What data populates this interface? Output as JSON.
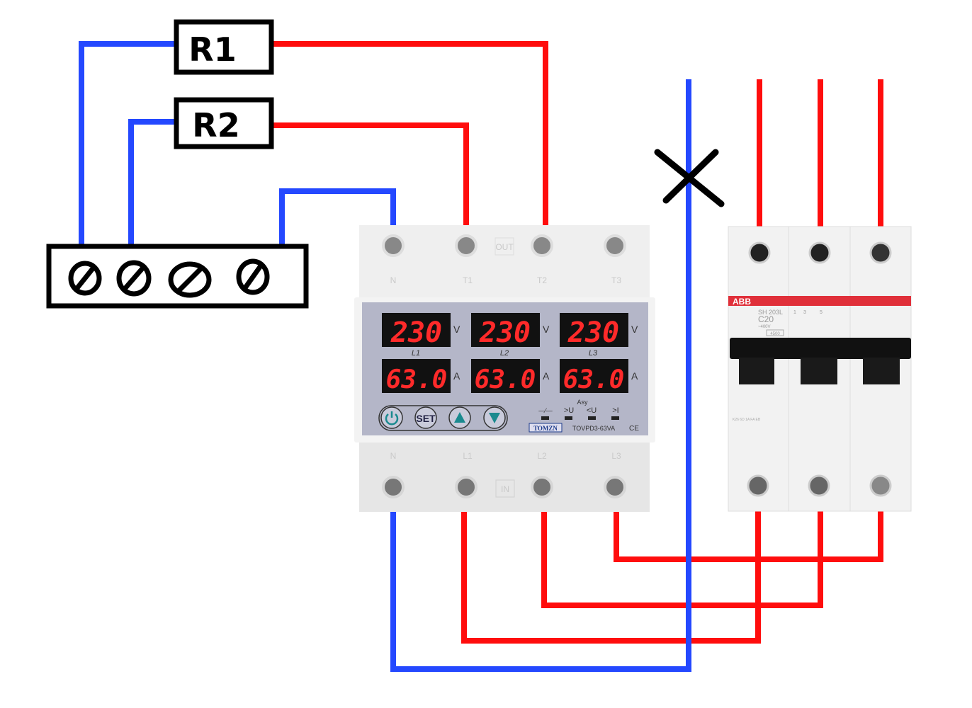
{
  "colors": {
    "neutral_wire": "#2448ff",
    "phase_wire": "#ff0d0d",
    "display_digit": "#ff2a2a",
    "panel": "#b4b6c8",
    "abb_red": "#e0303a"
  },
  "loads": [
    {
      "label": "R1"
    },
    {
      "label": "R2"
    }
  ],
  "terminal_block": {
    "terminal_count": 4
  },
  "relay": {
    "top_label": "OUT",
    "top_terminals": [
      "N",
      "T1",
      "T2",
      "T3"
    ],
    "bottom_label": "IN",
    "bottom_terminals": [
      "N",
      "L1",
      "L2",
      "L3"
    ],
    "phases": [
      {
        "name": "L1",
        "voltage": "230",
        "current": "63.0"
      },
      {
        "name": "L2",
        "voltage": "230",
        "current": "63.0"
      },
      {
        "name": "L3",
        "voltage": "230",
        "current": "63.0"
      }
    ],
    "voltage_unit": "V",
    "current_unit": "A",
    "buttons": {
      "power": "power",
      "set": "SET",
      "up": "up",
      "down": "down"
    },
    "indicators": {
      "asy": "Asy",
      "switch": "—⁄—",
      "over_voltage": ">U",
      "under_voltage": "<U",
      "over_current": ">I"
    },
    "brand": "TOMZN",
    "model": "TOVPD3-63VA",
    "ce": "CE"
  },
  "breaker": {
    "brand": "ABB",
    "model": "SH 203L",
    "rating": "C20",
    "voltage": "~400V",
    "capacity": "4500",
    "pole_labels": [
      "1",
      "3",
      "5"
    ],
    "footer": "K26 6D 1A FA EB"
  },
  "annotations": {
    "disconnect_mark": "X"
  }
}
